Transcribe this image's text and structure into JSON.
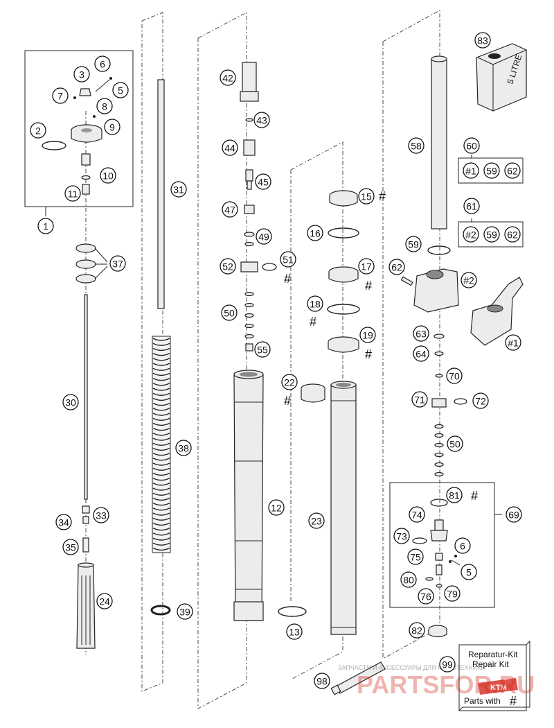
{
  "callouts": {
    "c1": "1",
    "c2": "2",
    "c3": "3",
    "c5a": "5",
    "c6a": "6",
    "c7": "7",
    "c8": "8",
    "c9": "9",
    "c10": "10",
    "c11": "11",
    "c12": "12",
    "c13": "13",
    "c15": "15",
    "c16": "16",
    "c17": "17",
    "c18": "18",
    "c19": "19",
    "c22": "22",
    "c23": "23",
    "c24": "24",
    "c30": "30",
    "c31": "31",
    "c33": "33",
    "c34": "34",
    "c35": "35",
    "c37": "37",
    "c38": "38",
    "c39": "39",
    "c42": "42",
    "c43": "43",
    "c44": "44",
    "c45": "45",
    "c47": "47",
    "c49": "49",
    "c50a": "50",
    "c50b": "50",
    "c51": "51",
    "c52": "52",
    "c55": "55",
    "c58": "58",
    "c59a": "59",
    "c59b": "59",
    "c59c": "59",
    "c60": "60",
    "c61": "61",
    "c62a": "62",
    "c62b": "62",
    "c62c": "62",
    "c63": "63",
    "c64": "64",
    "c69": "69",
    "c70": "70",
    "c71": "71",
    "c72": "72",
    "c73": "73",
    "c74": "74",
    "c75": "75",
    "c76": "76",
    "c79": "79",
    "c80": "80",
    "c81": "81",
    "c82": "82",
    "c83": "83",
    "c98": "98",
    "c99": "99",
    "h1a": "#1",
    "h1b": "#1",
    "h2a": "#2",
    "h2b": "#2",
    "c5b": "5",
    "c6b": "6"
  },
  "hash_mark": "#",
  "oil_can_label": "5 LITRE",
  "kit_box": {
    "line1": "Reparatur-Kit",
    "line2": "Repair Kit",
    "line3": "Parts with"
  },
  "watermark": {
    "site_text": "ЗАПЧАСТИ И АКСЕССУАРЫ ДЛЯ МОТОТЕХНИКИ",
    "brand": "PARTSFOR.RU",
    "logo": "KTM"
  }
}
